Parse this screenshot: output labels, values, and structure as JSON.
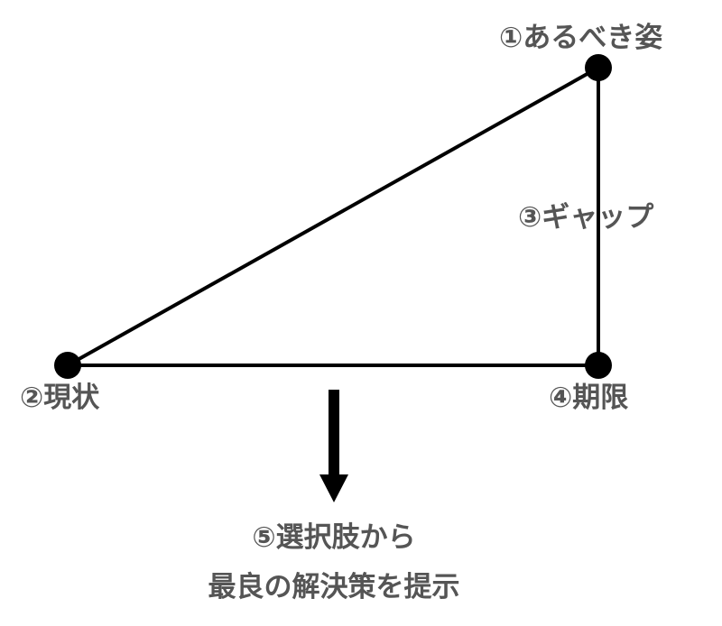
{
  "diagram": {
    "nodes": {
      "ideal": {
        "label": "①あるべき姿"
      },
      "current": {
        "label": "②現状"
      },
      "deadline": {
        "label": "④期限"
      }
    },
    "edges": {
      "gap": {
        "label": "③ギャップ"
      }
    },
    "result": {
      "line1": "⑤選択肢から",
      "line2": "最良の解決策を提示"
    },
    "colors": {
      "line": "#000000",
      "text": "#555555",
      "background": "#ffffff"
    }
  }
}
